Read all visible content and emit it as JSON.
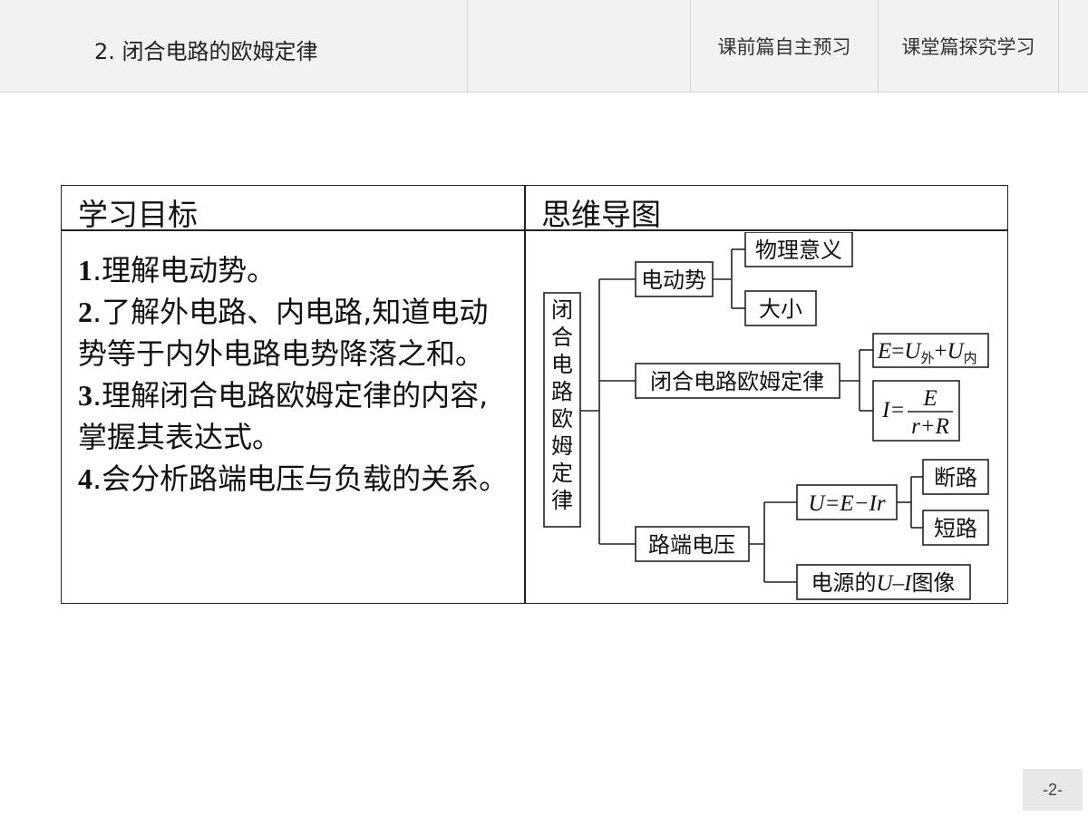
{
  "header": {
    "title": "2. 闭合电路的欧姆定律",
    "nav_preview": "课前篇自主预习",
    "nav_explore": "课堂篇探究学习"
  },
  "table": {
    "left_header": "学习目标",
    "right_header": "思维导图",
    "goals": [
      {
        "num": "1",
        "text": ".理解电动势。"
      },
      {
        "num": "2",
        "text": ".了解外电路、内电路,知道电动势等于内外电路电势降落之和。"
      },
      {
        "num": "3",
        "text": ".理解闭合电路欧姆定律的内容,掌握其表达式。"
      },
      {
        "num": "4",
        "text": ".会分析路端电压与负载的关系。"
      }
    ]
  },
  "mindmap": {
    "root": "闭合电路欧姆定律",
    "root_chars": [
      "闭",
      "合",
      "电",
      "路",
      "欧",
      "姆",
      "定",
      "律"
    ],
    "emf": "电动势",
    "emf_meaning": "物理意义",
    "emf_size": "大小",
    "law": "闭合电路欧姆定律",
    "law_eq1": {
      "E": "E",
      "eq": "=",
      "U1": "U",
      "sub1": "外",
      "plus": "+",
      "U2": "U",
      "sub2": "内"
    },
    "law_eq2": {
      "I": "I",
      "eq": "=",
      "num": "E",
      "den": "r+R"
    },
    "terminal": "路端电压",
    "terminal_eq": "U=E−Ir",
    "open": "断路",
    "short": "短路",
    "ui_prefix": "电源的",
    "ui_mid": "U–I",
    "ui_suffix": "图像"
  },
  "page_number": "-2-"
}
